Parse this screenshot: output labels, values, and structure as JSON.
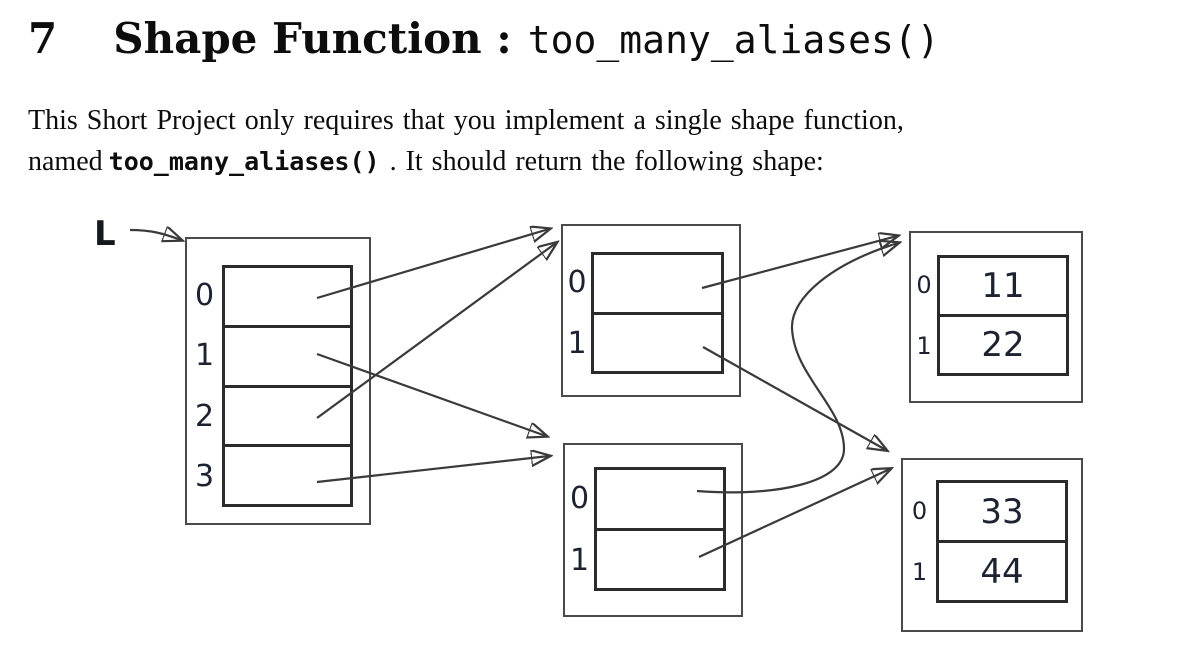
{
  "document": {
    "heading": {
      "number": "7",
      "title": "Shape Function :",
      "code": "too_many_aliases()"
    },
    "paragraph": {
      "line1": "This Short Project only requires that you implement a single shape function,",
      "line2_pre": "named",
      "line2_code": "too_many_aliases()",
      "line2_post": ". It should return the following shape:"
    }
  },
  "diagram": {
    "pointer_label": "L",
    "lists": {
      "main": {
        "labels": [
          "0",
          "1",
          "2",
          "3"
        ],
        "values": [
          "",
          "",
          "",
          ""
        ]
      },
      "mid_top": {
        "labels": [
          "0",
          "1"
        ],
        "values": [
          "",
          ""
        ]
      },
      "mid_bottom": {
        "labels": [
          "0",
          "1"
        ],
        "values": [
          "",
          ""
        ]
      },
      "right_top": {
        "labels": [
          "0",
          "1"
        ],
        "values": [
          "11",
          "22"
        ]
      },
      "right_bottom": {
        "labels": [
          "0",
          "1"
        ],
        "values": [
          "33",
          "44"
        ]
      }
    },
    "arrows": [
      {
        "from": "L",
        "to": "main"
      },
      {
        "from": "main[0]",
        "to": "mid_top"
      },
      {
        "from": "main[1]",
        "to": "mid_bottom"
      },
      {
        "from": "main[2]",
        "to": "mid_top"
      },
      {
        "from": "main[3]",
        "to": "mid_bottom"
      },
      {
        "from": "mid_top[0]",
        "to": "right_top"
      },
      {
        "from": "mid_top[1]",
        "to": "right_bottom"
      },
      {
        "from": "mid_bottom[0]",
        "to": "right_top"
      },
      {
        "from": "mid_bottom[1]",
        "to": "right_bottom"
      }
    ],
    "colors": {
      "line": "#3a3a3a",
      "arrowhead": "#111111",
      "outer_border": "#4a4a4a",
      "cell_border": "#2b2b2b",
      "digit": "#1c2230"
    }
  }
}
